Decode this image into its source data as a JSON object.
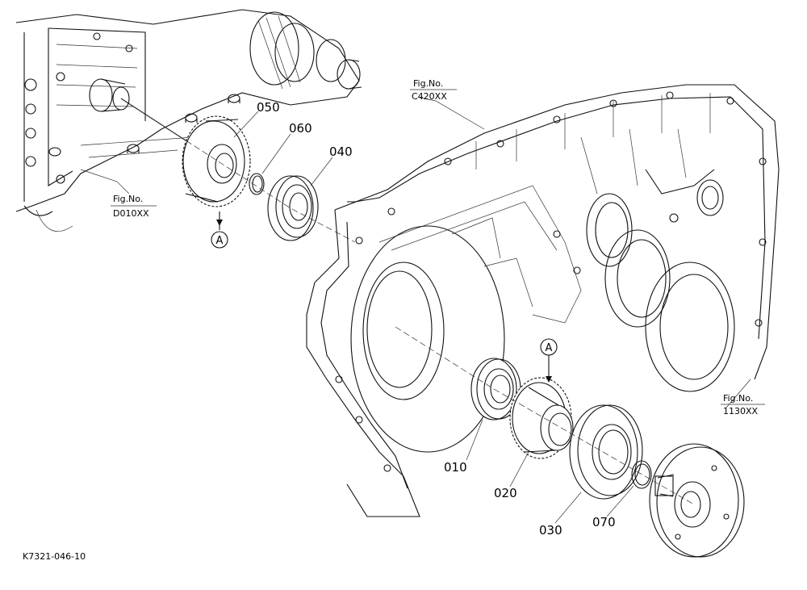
{
  "diagram": {
    "parts": [
      {
        "id": "p050",
        "label": "050"
      },
      {
        "id": "p060",
        "label": "060"
      },
      {
        "id": "p040",
        "label": "040"
      },
      {
        "id": "p010",
        "label": "010"
      },
      {
        "id": "p020",
        "label": "020"
      },
      {
        "id": "p030",
        "label": "030"
      },
      {
        "id": "p070",
        "label": "070"
      }
    ],
    "figure_refs": [
      {
        "id": "c420",
        "title": "Fig.No.",
        "code": "C420XX"
      },
      {
        "id": "d010",
        "title": "Fig.No.",
        "code": "D010XX"
      },
      {
        "id": "r1130",
        "title": "Fig.No.",
        "code": "1130XX"
      }
    ],
    "markers": [
      {
        "id": "a1",
        "label": "A"
      },
      {
        "id": "a2",
        "label": "A"
      }
    ],
    "code": "K7321-046-10"
  }
}
